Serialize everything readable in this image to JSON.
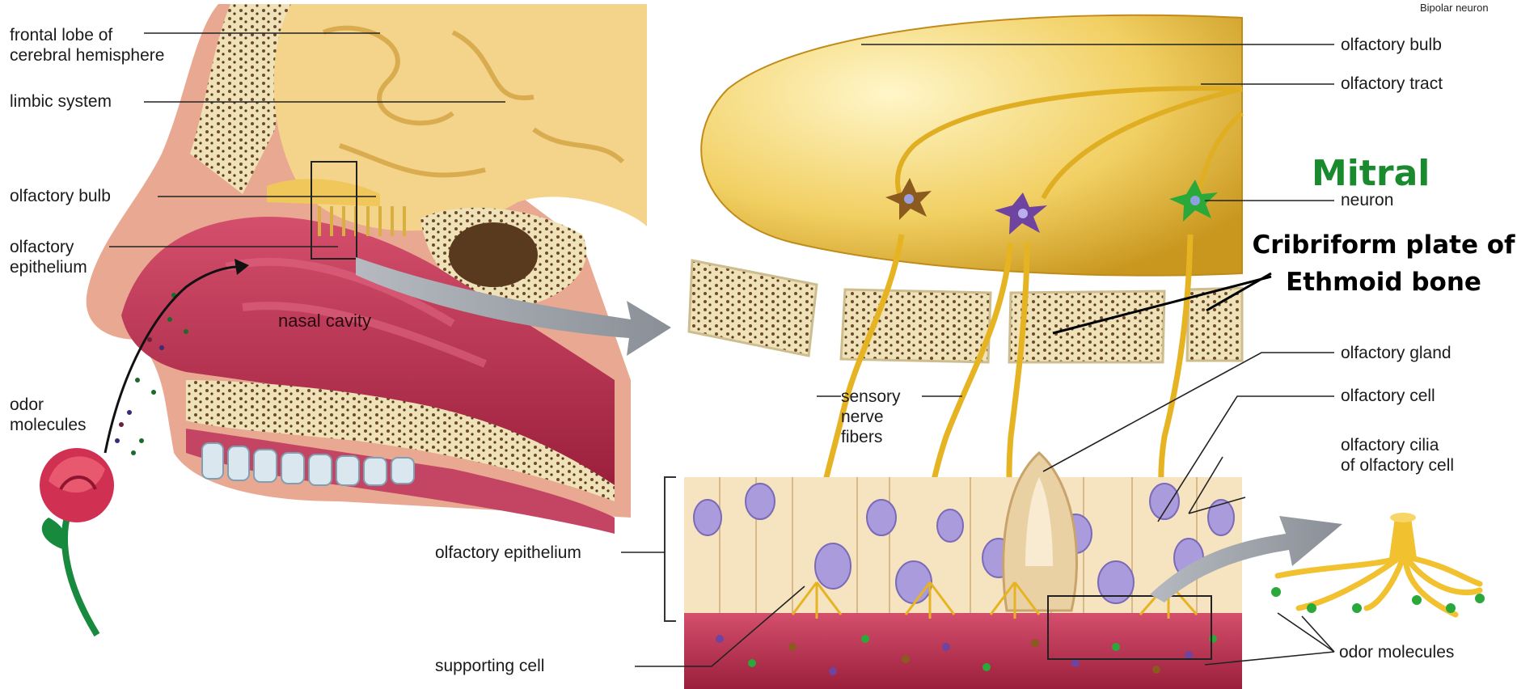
{
  "labels": {
    "bipolar_neuron": "Bipolar neuron",
    "frontal_lobe": "frontal lobe of\ncerebral hemisphere",
    "limbic_system": "limbic system",
    "olfactory_bulb_left": "olfactory bulb",
    "olfactory_epithelium_left": "olfactory\nepithelium",
    "nasal_cavity": "nasal cavity",
    "odor_molecules_left": "odor\nmolecules",
    "olfactory_bulb_right": "olfactory bulb",
    "olfactory_tract": "olfactory tract",
    "mitral": "Mitral",
    "neuron": "neuron",
    "cribriform": "Cribriform plate of\nEthmoid bone",
    "olfactory_gland": "olfactory gland",
    "olfactory_cell": "olfactory cell",
    "olfactory_cilia": "olfactory cilia\nof olfactory cell",
    "sensory_nerve_fibers": "sensory\nnerve\nfibers",
    "olfactory_epithelium_center": "olfactory epithelium",
    "supporting_cell": "supporting cell",
    "odor_molecules_right": "odor molecules"
  },
  "colors": {
    "mitral_text": "#1a8a2e",
    "brain": "#f3d48a",
    "nasal_tissue": "#b8334f",
    "bone": "#efe1b8",
    "nerve": "#e6b423",
    "nucleus": "#a99bdc"
  }
}
